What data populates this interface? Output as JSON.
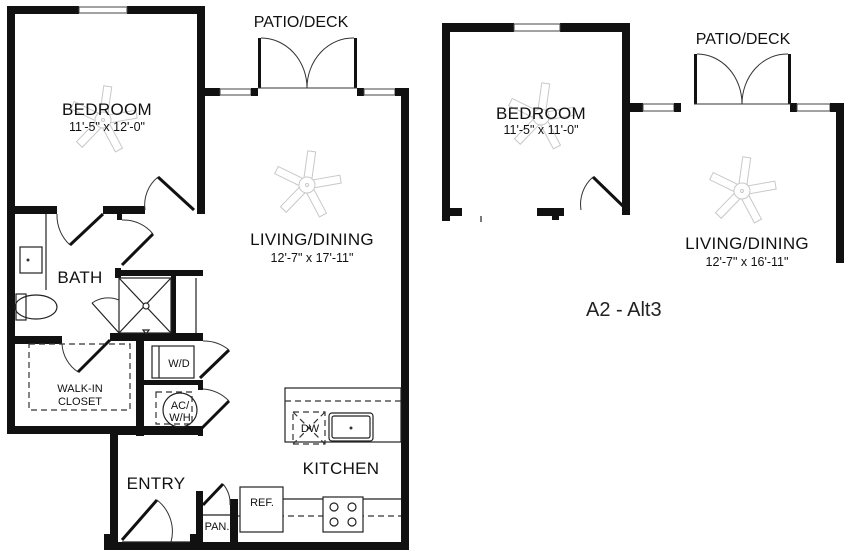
{
  "plan_a": {
    "patio_label": "PATIO/DECK",
    "bedroom": {
      "label": "BEDROOM",
      "dims": "11'-5\" x 12'-0\""
    },
    "living": {
      "label": "LIVING/DINING",
      "dims": "12'-7\" x 17'-11\""
    },
    "bath_label": "BATH",
    "closet_label_line1": "WALK-IN",
    "closet_label_line2": "CLOSET",
    "wd_label": "W/D",
    "ac_label_line1": "AC/",
    "ac_label_line2": "W/H",
    "dw_label": "DW",
    "kitchen_label": "KITCHEN",
    "entry_label": "ENTRY",
    "ref_label": "REF.",
    "pantry_label": "PAN."
  },
  "plan_b": {
    "patio_label": "PATIO/DECK",
    "bedroom": {
      "label": "BEDROOM",
      "dims": "11'-5\" x 11'-0\""
    },
    "living": {
      "label": "LIVING/DINING",
      "dims": "12'-7\" x 16'-11\""
    }
  },
  "unit_name": "A2 - Alt3"
}
